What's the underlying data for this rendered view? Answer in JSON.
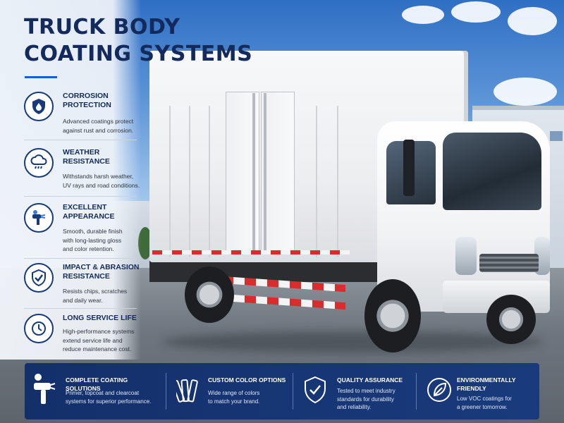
{
  "header": {
    "title_line1": "TRUCK BODY",
    "title_line2": "COATING SYSTEMS"
  },
  "features": [
    {
      "icon": "droplet-shield-icon",
      "title": "CORROSION PROTECTION",
      "title_line1": "CORROSION",
      "title_line2": "PROTECTION",
      "desc_line1": "Advanced coatings protect",
      "desc_line2": "against rust and corrosion.",
      "desc_line3": ""
    },
    {
      "icon": "cloud-rain-icon",
      "title": "WEATHER RESISTANCE",
      "title_line1": "WEATHER",
      "title_line2": "RESISTANCE",
      "desc_line1": "Withstands harsh weather,",
      "desc_line2": "UV rays and road conditions.",
      "desc_line3": ""
    },
    {
      "icon": "spray-gun-icon",
      "title": "EXCELLENT APPEARANCE",
      "title_line1": "EXCELLENT",
      "title_line2": "APPEARANCE",
      "desc_line1": "Smooth, durable finish",
      "desc_line2": "with long-lasting gloss",
      "desc_line3": "and color retention."
    },
    {
      "icon": "check-shield-icon",
      "title": "IMPACT & ABRASION RESISTANCE",
      "title_line1": "IMPACT & ABRASION",
      "title_line2": "RESISTANCE",
      "desc_line1": "Resists chips, scratches",
      "desc_line2": "and daily wear.",
      "desc_line3": ""
    },
    {
      "icon": "clock-icon",
      "title": "LONG SERVICE LIFE",
      "title_line1": "LONG SERVICE LIFE",
      "title_line2": "",
      "desc_line1": "High-performance systems",
      "desc_line2": "extend service life and",
      "desc_line3": "reduce maintenance cost."
    }
  ],
  "bottom_bar": [
    {
      "icon": "spray-gun-icon",
      "title_line1": "COMPLETE COATING SOLUTIONS",
      "title_line2": "",
      "desc_line1": "Primer, topcoat and clearcoat",
      "desc_line2": "systems for superior performance.",
      "desc_line3": ""
    },
    {
      "icon": "color-swatch-icon",
      "title_line1": "CUSTOM COLOR OPTIONS",
      "title_line2": "",
      "desc_line1": "Wide range of colors",
      "desc_line2": "to match your brand.",
      "desc_line3": ""
    },
    {
      "icon": "check-shield-icon",
      "title_line1": "QUALITY ASSURANCE",
      "title_line2": "",
      "desc_line1": "Tested to meet industry",
      "desc_line2": "standards for durability",
      "desc_line3": "and reliability."
    },
    {
      "icon": "leaf-icon",
      "title_line1": "ENVIRONMENTALLY",
      "title_line2": "FRIENDLY",
      "desc_line1": "Low VOC coatings for",
      "desc_line2": "a greener tomorrow.",
      "desc_line3": ""
    }
  ],
  "colors": {
    "navy": "#132a5c",
    "accent_blue": "#1d5bd1",
    "bar_bg": "#14306b",
    "reflector_red": "#d92d2d"
  }
}
